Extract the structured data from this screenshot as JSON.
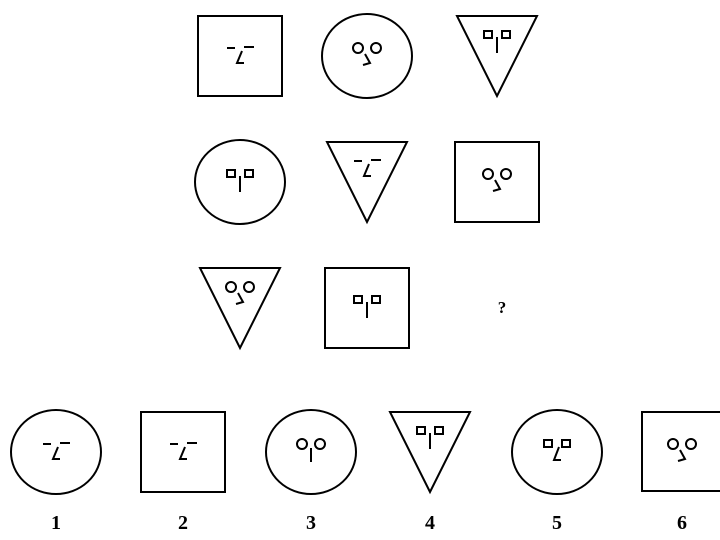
{
  "puzzle": {
    "grid": [
      [
        {
          "shape": "square",
          "face": "dash-eyes"
        },
        {
          "shape": "circle",
          "face": "round-eyes-v-nose"
        },
        {
          "shape": "triangle",
          "face": "square-eyes-line-nose"
        }
      ],
      [
        {
          "shape": "circle",
          "face": "square-eyes-line-nose"
        },
        {
          "shape": "triangle",
          "face": "dash-eyes"
        },
        {
          "shape": "square",
          "face": "round-eyes-v-nose"
        }
      ],
      [
        {
          "shape": "triangle",
          "face": "round-eyes-v-nose"
        },
        {
          "shape": "square",
          "face": "square-eyes-line-nose"
        },
        {
          "missing": true,
          "label": "?"
        }
      ]
    ],
    "options": [
      {
        "label": "1",
        "shape": "circle",
        "face": "dash-eyes"
      },
      {
        "label": "2",
        "shape": "square",
        "face": "dash-eyes"
      },
      {
        "label": "3",
        "shape": "circle",
        "face": "round-eyes-line-nose"
      },
      {
        "label": "4",
        "shape": "triangle",
        "face": "square-eyes-line-nose"
      },
      {
        "label": "5",
        "shape": "circle",
        "face": "square-eyes-l-nose"
      },
      {
        "label": "6",
        "shape": "square",
        "face": "round-eyes-v-nose"
      }
    ]
  }
}
